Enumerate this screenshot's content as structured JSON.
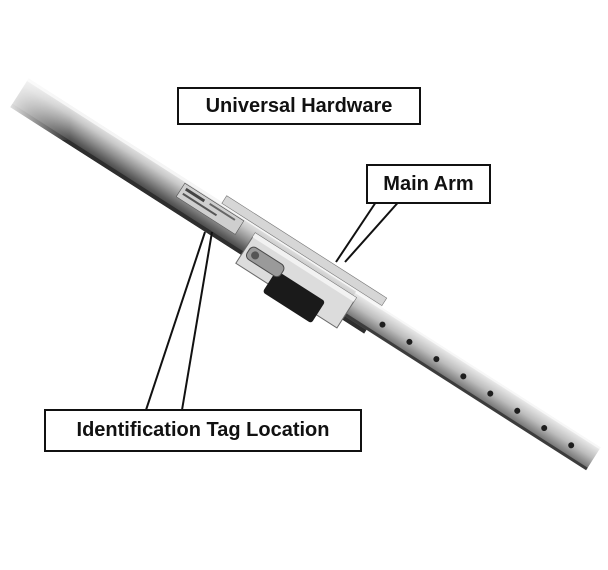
{
  "labels": {
    "universal_hardware": "Universal Hardware",
    "main_arm": "Main Arm",
    "identification_tag_location": "Identification Tag Location"
  },
  "colors": {
    "background": "#ffffff",
    "rail_silver": "#b8b8b8",
    "rail_dark": "#5a5a5a",
    "connector_black": "#1a1a1a",
    "callout_border": "#111111"
  }
}
